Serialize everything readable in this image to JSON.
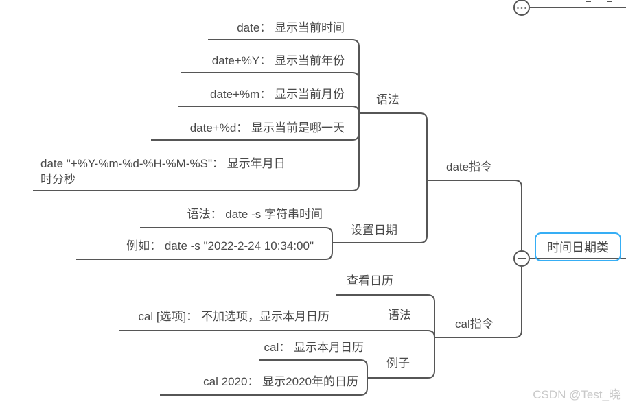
{
  "mindmap": {
    "root": {
      "label": "时间日期类"
    },
    "children": [
      {
        "label": "date指令",
        "children": [
          {
            "label": "语法",
            "children": [
              {
                "label": "date： 显示当前时间"
              },
              {
                "label": "date+%Y： 显示当前年份"
              },
              {
                "label": "date+%m： 显示当前月份"
              },
              {
                "label": "date+%d： 显示当前是哪一天"
              },
              {
                "label": "date \"+%Y-%m-%d-%H-%M-%S\"： 显示年月日\n时分秒"
              }
            ]
          },
          {
            "label": "设置日期",
            "children": [
              {
                "label": "语法： date -s 字符串时间"
              },
              {
                "label": "例如： date -s \"2022-2-24 10:34:00\""
              }
            ]
          }
        ]
      },
      {
        "label": "cal指令",
        "children": [
          {
            "label": "查看日历"
          },
          {
            "label": "语法",
            "children": [
              {
                "label": "cal [选项]： 不加选项，显示本月日历"
              }
            ]
          },
          {
            "label": "例子",
            "children": [
              {
                "label": "cal： 显示本月日历"
              },
              {
                "label": "cal 2020： 显示2020年的日历"
              }
            ]
          }
        ]
      }
    ]
  },
  "controls": {
    "collapse_button": "minus-icon",
    "collapsed_branch_indicator": "ellipsis-icon"
  },
  "colors": {
    "selection_accent": "#36aef5",
    "connector": "#565656",
    "text": "#4a4a4a",
    "watermark": "#c9c9c9"
  },
  "watermark": {
    "label": "CSDN @Test_晓"
  }
}
